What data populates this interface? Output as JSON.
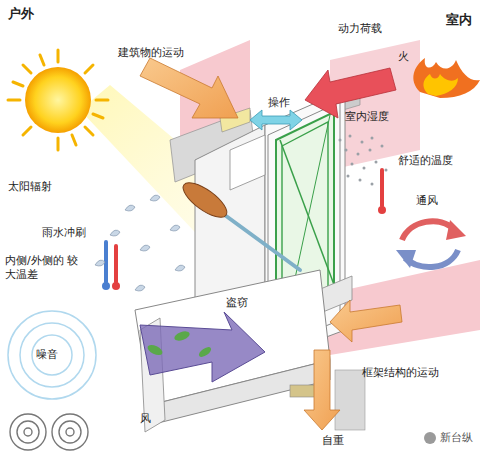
{
  "diagram": {
    "labels": [
      "户外",
      "室内",
      "动力荷载",
      "火",
      "建筑物的运动",
      "操作",
      "室内湿度",
      "舒适的温度",
      "太阳辐射",
      "雨水冲刷",
      "通风",
      "内侧/外侧的 较大温差",
      "盗窃",
      "噪音",
      "框架结构的运动",
      "风",
      "自重",
      "新台纵"
    ]
  }
}
